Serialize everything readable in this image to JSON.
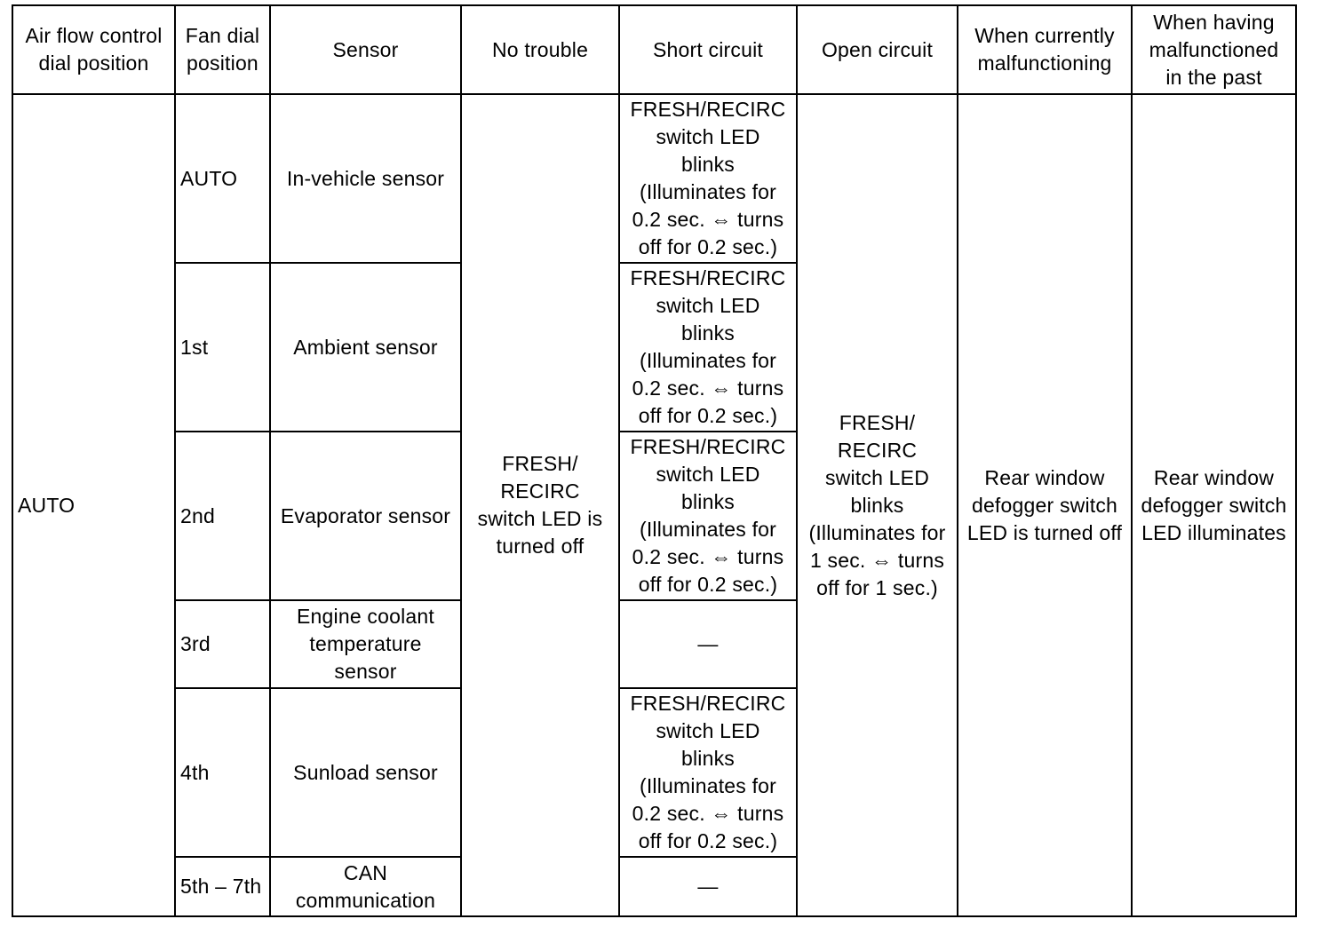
{
  "headers": [
    "Air flow control\ndial position",
    "Fan dial\nposition",
    "Sensor",
    "No trouble",
    "Short circuit",
    "Open circuit",
    "When currently\nmalfunctioning",
    "When having\nmalfunctioned\nin the past"
  ],
  "air_flow_position": "AUTO",
  "rows": [
    {
      "fan": "AUTO",
      "sensor": "In-vehicle sensor",
      "short": "FRESH/RECIRC\nswitch LED\nblinks\n(Illuminates for\n0.2 sec. ⇔ turns\noff for 0.2 sec.)"
    },
    {
      "fan": "1st",
      "sensor": "Ambient sensor",
      "short": "FRESH/RECIRC\nswitch LED\nblinks\n(Illuminates for\n0.2 sec. ⇔ turns\noff for 0.2 sec.)"
    },
    {
      "fan": "2nd",
      "sensor": "Evaporator sensor",
      "short": "FRESH/RECIRC\nswitch LED\nblinks\n(Illuminates for\n0.2 sec. ⇔ turns\noff for 0.2 sec.)"
    },
    {
      "fan": "3rd",
      "sensor": "Engine coolant\ntemperature\nsensor",
      "short": "—"
    },
    {
      "fan": "4th",
      "sensor": "Sunload sensor",
      "short": "FRESH/RECIRC\nswitch LED\nblinks\n(Illuminates for\n0.2 sec. ⇔ turns\noff for 0.2 sec.)"
    },
    {
      "fan": "5th – 7th",
      "sensor": "CAN\ncommunication",
      "short": "—"
    }
  ],
  "no_trouble": "FRESH/\nRECIRC\nswitch LED is\nturned off",
  "open_circuit": "FRESH/\nRECIRC\nswitch LED\nblinks\n(Illuminates for\n1 sec. ⇔ turns\noff for 1 sec.)",
  "currently_malfunctioning": "Rear window\ndefogger switch\nLED is turned off",
  "malfunctioned_past": "Rear window\ndefogger switch\nLED illuminates"
}
